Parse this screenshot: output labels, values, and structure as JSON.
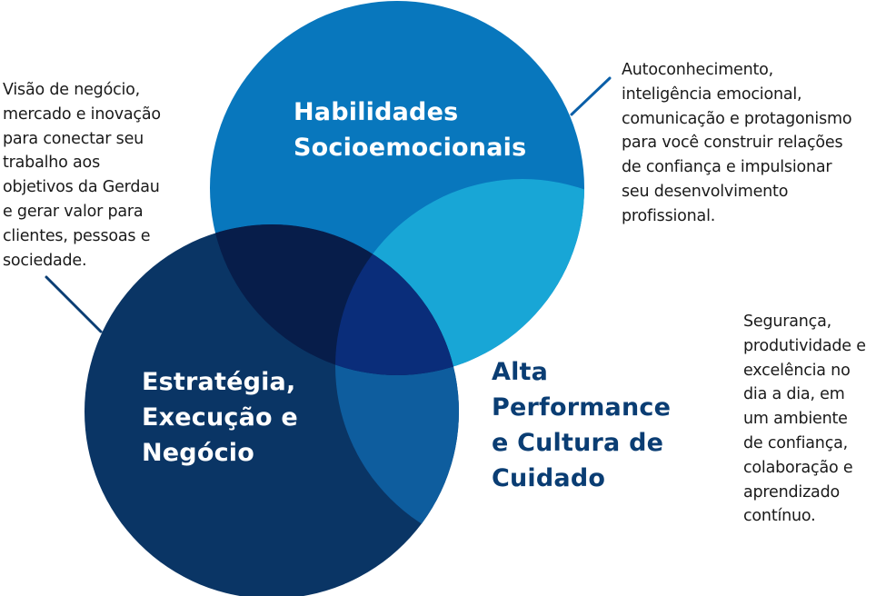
{
  "diagram": {
    "type": "venn",
    "circles": [
      {
        "id": "top",
        "title": "Habilidades\nSocioemocionais",
        "description": "Autoconhecimento,\ninteligência emocional,\ncomunicação e protagonismo\npara você construir relações\nde confiança e impulsionar\nseu desenvolvimento\nprofissional.",
        "color": "#0877bd"
      },
      {
        "id": "left",
        "title": "Estratégia,\nExecução e\nNegócio",
        "description": "Visão de negócio,\nmercado e inovação\npara conectar seu\ntrabalho aos\nobjetivos da Gerdau\ne gerar valor para\nclientes, pessoas e\nsociedade.",
        "color": "#0a3565"
      },
      {
        "id": "right",
        "title": "Alta\nPerformance\ne Cultura de\nCuidado",
        "description": "Segurança,\nprodutividade e\nexcelência no\ndia a dia, em\num ambiente\nde confiança,\ncolaboração e\naprendizado\ncontínuo.",
        "color": "#0e5d9e"
      }
    ],
    "overlap_colors": {
      "top_left": "#071d4a",
      "top_right": "#18a6d6",
      "left_right": "#0e5d9e",
      "all_three": "#0a2d7a"
    },
    "leader_line_color": "#0a5fa8",
    "right_title_color": "#0a3d73"
  }
}
